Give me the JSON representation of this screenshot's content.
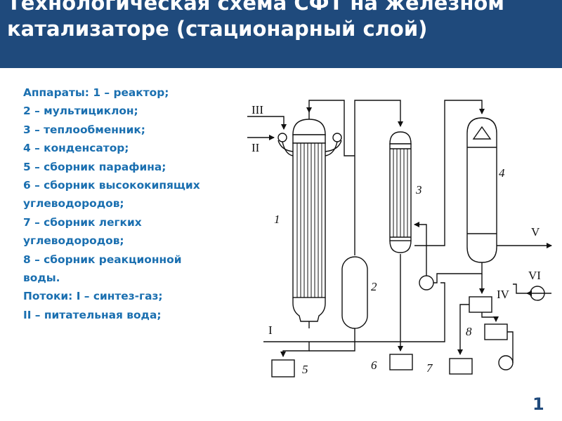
{
  "title": "Технологическая схема СФТ на железном катализаторе (стационарный слой)",
  "legend": [
    "Аппараты: 1 – реактор;",
    "2 – мультициклон;",
    "3 – теплообменник;",
    "4 – конденсатор;",
    "5 – сборник парафина;",
    "6 – сборник высококипящих углеводородов;",
    "7 – сборник легких углеводородов;",
    "8 – сборник реакционной воды.",
    "Потоки: I – синтез-газ;",
    "II – питательная вода;"
  ],
  "page_number": "1",
  "diagram": {
    "equipment_labels": [
      "1",
      "2",
      "3",
      "4",
      "5",
      "6",
      "7",
      "8"
    ],
    "stream_labels": [
      "I",
      "II",
      "III",
      "IV",
      "V",
      "VI"
    ]
  }
}
